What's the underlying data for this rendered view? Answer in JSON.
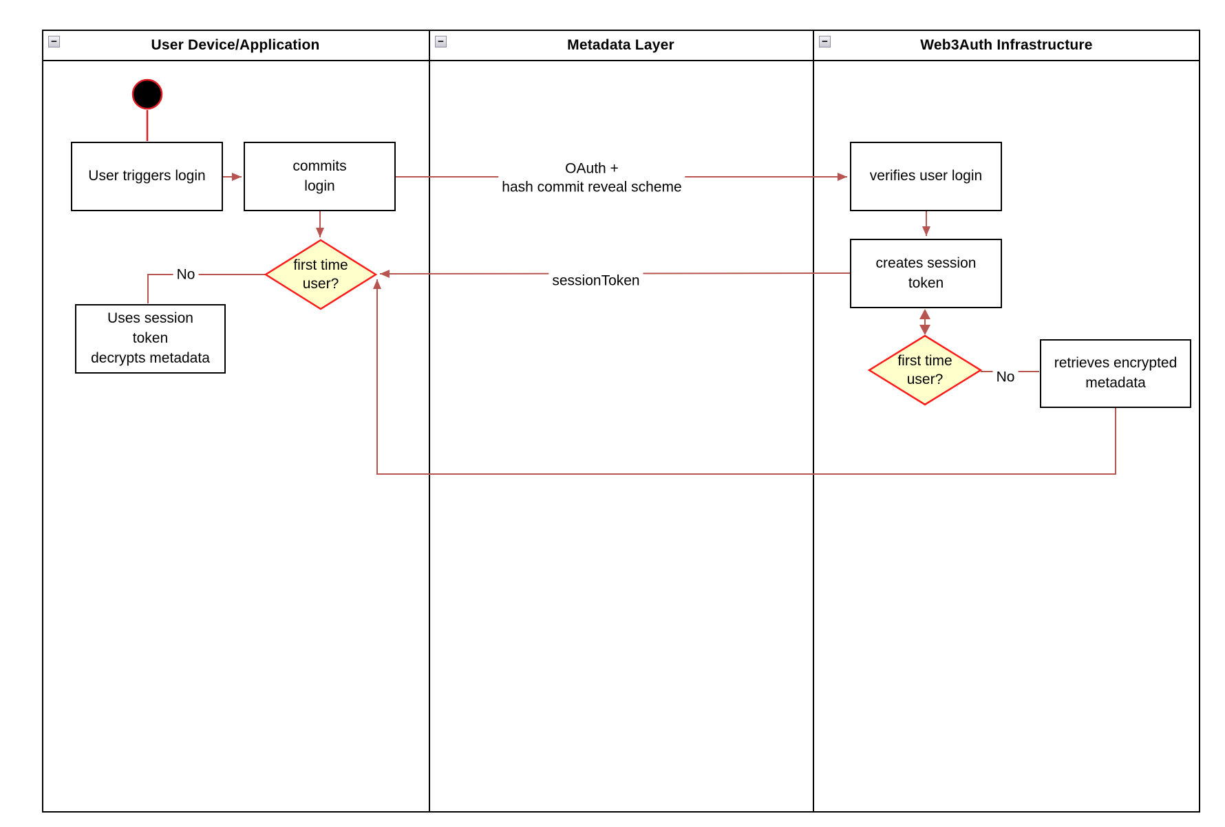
{
  "lanes": [
    {
      "title": "User Device/Application"
    },
    {
      "title": "Metadata Layer"
    },
    {
      "title": "Web3Auth Infrastructure"
    }
  ],
  "icons": {
    "collapse": "−"
  },
  "nodes": {
    "user_triggers_login": "User triggers login",
    "commits_login": "commits\nlogin",
    "first_time_user_1": "first time\nuser?",
    "uses_session_token": "Uses session\ntoken\ndecrypts metadata",
    "verifies_user_login": "verifies user login",
    "creates_session_token": "creates session\ntoken",
    "first_time_user_2": "first time\nuser?",
    "retrieves_encrypted_metadata": "retrieves encrypted\nmetadata"
  },
  "edge_labels": {
    "oauth": "OAuth +\nhash commit reveal scheme",
    "session_token": "sessionToken",
    "no_left": "No",
    "no_right": "No"
  },
  "colors": {
    "connector": "#b85450",
    "decision_stroke": "#ff1a1a",
    "decision_fill": "#ffffcc",
    "start_fill": "#000000",
    "start_stroke": "#e01b24",
    "node_border": "#000000"
  }
}
